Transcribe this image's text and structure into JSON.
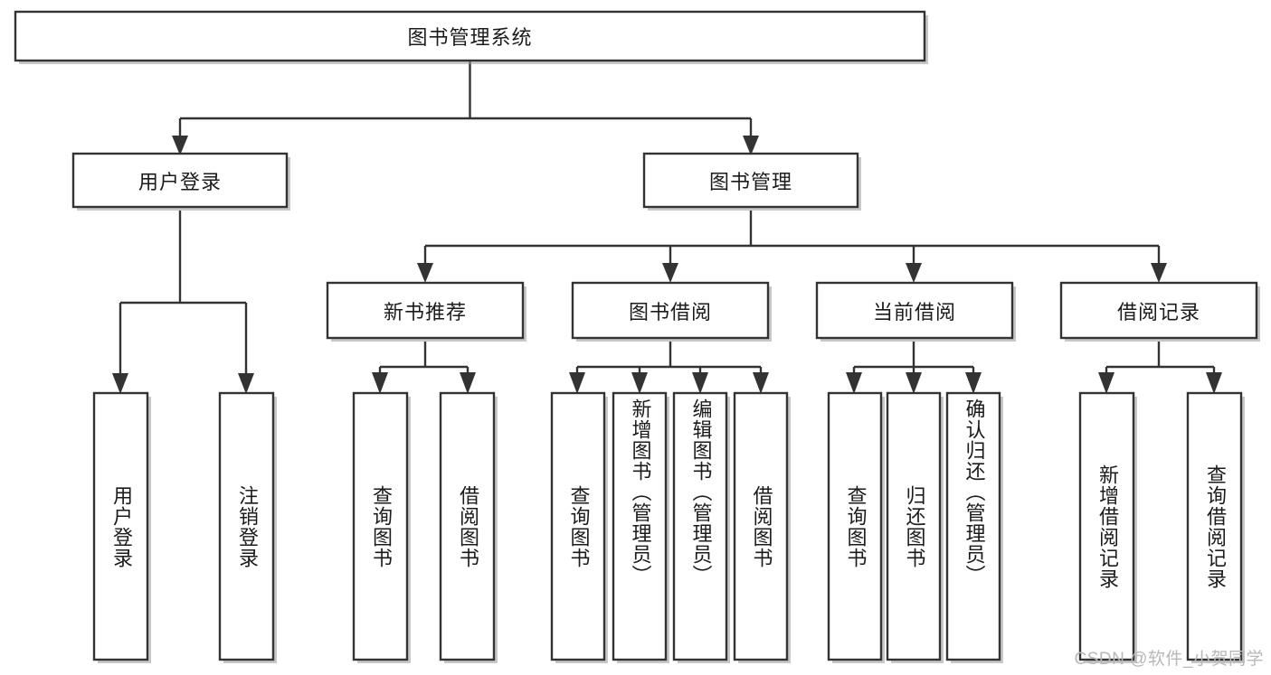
{
  "diagram": {
    "type": "tree",
    "title": "图书管理系统",
    "orientation": "top-down",
    "colors": {
      "box_stroke": "#333333",
      "box_fill": "#ffffff",
      "connector": "#333333",
      "text": "#1b1b1b",
      "watermark": "#b8b8b8",
      "background": "#ffffff"
    },
    "nodes": {
      "root": {
        "label": "图书管理系统",
        "level": 1,
        "text_direction": "horizontal"
      },
      "l2": [
        {
          "id": "user-login",
          "label": "用户登录",
          "level": 2,
          "text_direction": "horizontal"
        },
        {
          "id": "book-manage",
          "label": "图书管理",
          "level": 2,
          "text_direction": "horizontal"
        }
      ],
      "l3": [
        {
          "id": "new-book-rec",
          "label": "新书推荐",
          "level": 3,
          "text_direction": "horizontal",
          "parent": "book-manage"
        },
        {
          "id": "book-borrow",
          "label": "图书借阅",
          "level": 3,
          "text_direction": "horizontal",
          "parent": "book-manage"
        },
        {
          "id": "current-borrow",
          "label": "当前借阅",
          "level": 3,
          "text_direction": "horizontal",
          "parent": "book-manage"
        },
        {
          "id": "borrow-record",
          "label": "借阅记录",
          "level": 3,
          "text_direction": "horizontal",
          "parent": "book-manage"
        }
      ],
      "leaves": [
        {
          "id": "leaf-user-login",
          "label": "用户登录",
          "parent": "user-login",
          "text_direction": "vertical"
        },
        {
          "id": "leaf-logout",
          "label": "注销登录",
          "parent": "user-login",
          "text_direction": "vertical"
        },
        {
          "id": "leaf-query-book-rec",
          "label": "查询图书",
          "parent": "new-book-rec",
          "text_direction": "vertical"
        },
        {
          "id": "leaf-borrow-book-rec",
          "label": "借阅图书",
          "parent": "new-book-rec",
          "text_direction": "vertical"
        },
        {
          "id": "leaf-query-book-borrow",
          "label": "查询图书",
          "parent": "book-borrow",
          "text_direction": "vertical"
        },
        {
          "id": "leaf-add-book",
          "label": "新增图书（管理员）",
          "parent": "book-borrow",
          "text_direction": "vertical"
        },
        {
          "id": "leaf-edit-book",
          "label": "编辑图书（管理员）",
          "parent": "book-borrow",
          "text_direction": "vertical"
        },
        {
          "id": "leaf-borrow-book",
          "label": "借阅图书",
          "parent": "book-borrow",
          "text_direction": "vertical"
        },
        {
          "id": "leaf-query-book-current",
          "label": "查询图书",
          "parent": "current-borrow",
          "text_direction": "vertical"
        },
        {
          "id": "leaf-return-book",
          "label": "归还图书",
          "parent": "current-borrow",
          "text_direction": "vertical"
        },
        {
          "id": "leaf-confirm-return",
          "label": "确认归还（管理员）",
          "parent": "current-borrow",
          "text_direction": "vertical"
        },
        {
          "id": "leaf-add-record",
          "label": "新增借阅记录",
          "parent": "borrow-record",
          "text_direction": "vertical"
        },
        {
          "id": "leaf-query-record",
          "label": "查询借阅记录",
          "parent": "borrow-record",
          "text_direction": "vertical"
        }
      ]
    },
    "watermark": "CSDN @软件_小贺同学"
  }
}
